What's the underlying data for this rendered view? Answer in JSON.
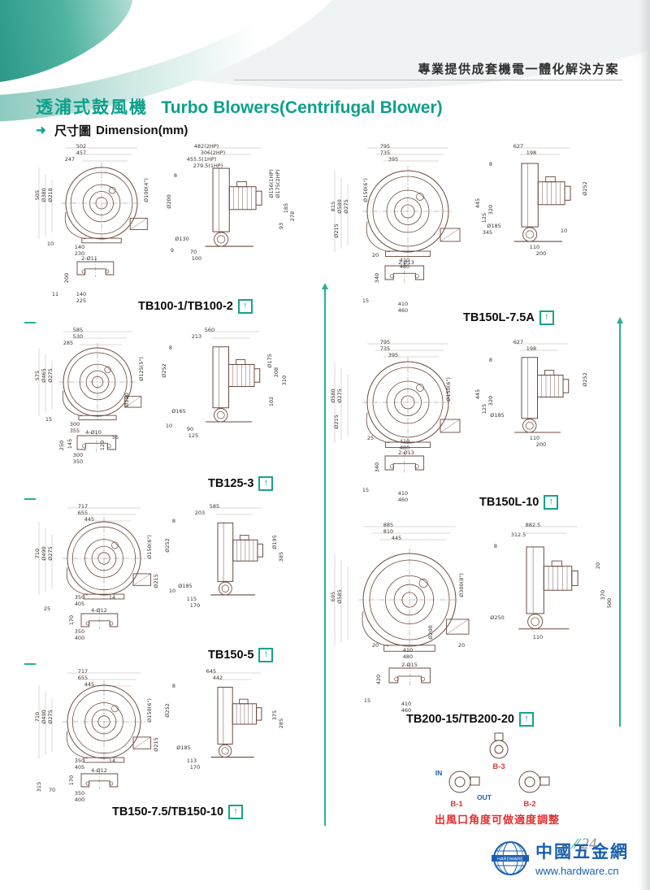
{
  "header": {
    "tagline": "專業提供成套機電一體化解決方案"
  },
  "title": {
    "zh": "透浦式鼓風機",
    "en": "Turbo Blowers(Centrifugal Blower)"
  },
  "subtitle": {
    "zh": "尺寸圖",
    "en": "Dimension(mm)"
  },
  "sections": [
    {
      "id": "tb100",
      "label": "TB100-1/TB100-2",
      "dims": [
        [
          "502",
          60,
          8
        ],
        [
          "457",
          60,
          16
        ],
        [
          "247",
          46,
          24
        ],
        [
          "505",
          6,
          68,
          1
        ],
        [
          "Ø380",
          14,
          68,
          1
        ],
        [
          "Ø218",
          22,
          68,
          1
        ],
        [
          "Ø100(4\")",
          140,
          62,
          1
        ],
        [
          "10",
          22,
          128
        ],
        [
          "140",
          58,
          132
        ],
        [
          "230",
          58,
          140
        ],
        [
          "2-Ø11",
          70,
          146
        ],
        [
          "200",
          42,
          170,
          1
        ],
        [
          "11",
          28,
          190
        ],
        [
          "140",
          60,
          190
        ],
        [
          "225",
          60,
          198
        ],
        [
          "482(2HP)",
          214,
          8
        ],
        [
          "306(2HP)",
          222,
          16
        ],
        [
          "455.5(1HP)",
          208,
          24
        ],
        [
          "279.5(1HP)",
          216,
          32
        ],
        [
          "8",
          176,
          44
        ],
        [
          "Ø200",
          168,
          76,
          1
        ],
        [
          "Ø156(1HP)",
          294,
          54,
          1
        ],
        [
          "Ø175(2HP)",
          302,
          54,
          1
        ],
        [
          "185",
          312,
          84,
          1
        ],
        [
          "93",
          306,
          106,
          1
        ],
        [
          "278",
          320,
          94,
          1
        ],
        [
          "Ø130",
          184,
          122
        ],
        [
          "9",
          172,
          136
        ],
        [
          "70",
          198,
          138
        ],
        [
          "100",
          202,
          146
        ]
      ]
    },
    {
      "id": "tb125",
      "label": "TB125-3",
      "dims": [
        [
          "585",
          56,
          8
        ],
        [
          "530",
          56,
          16
        ],
        [
          "285",
          44,
          24
        ],
        [
          "575",
          6,
          64,
          1
        ],
        [
          "Ø465",
          14,
          64,
          1
        ],
        [
          "Ø275",
          22,
          64,
          1
        ],
        [
          "Ø125(5\")",
          134,
          56,
          1
        ],
        [
          "Ø190",
          116,
          94,
          1
        ],
        [
          "15",
          20,
          118
        ],
        [
          "300",
          52,
          124
        ],
        [
          "355",
          52,
          132
        ],
        [
          "4-Ø10",
          75,
          134
        ],
        [
          "55",
          102,
          140
        ],
        [
          "250",
          36,
          150,
          1
        ],
        [
          "145",
          46,
          148,
          1
        ],
        [
          "120",
          86,
          150,
          1
        ],
        [
          "300",
          56,
          162
        ],
        [
          "350",
          56,
          170
        ],
        [
          "560",
          218,
          8
        ],
        [
          "213",
          202,
          16
        ],
        [
          "8",
          170,
          30
        ],
        [
          "Ø252",
          162,
          58,
          1
        ],
        [
          "Ø175",
          292,
          46,
          1
        ],
        [
          "208",
          300,
          60,
          1
        ],
        [
          "310",
          310,
          70,
          1
        ],
        [
          "102",
          294,
          96,
          1
        ],
        [
          "Ø165",
          180,
          108
        ],
        [
          "10",
          168,
          126
        ],
        [
          "90",
          194,
          130
        ],
        [
          "125",
          198,
          138
        ]
      ]
    },
    {
      "id": "tb150_5",
      "label": "TB150-5",
      "dims": [
        [
          "717",
          62,
          8
        ],
        [
          "655",
          62,
          16
        ],
        [
          "445",
          70,
          24
        ],
        [
          "710",
          6,
          66,
          1
        ],
        [
          "Ø490",
          14,
          66,
          1
        ],
        [
          "Ø275",
          22,
          66,
          1
        ],
        [
          "Ø150(6\")",
          144,
          58,
          1
        ],
        [
          "Ø215",
          152,
          100,
          1
        ],
        [
          "350",
          58,
          120
        ],
        [
          "14",
          98,
          120
        ],
        [
          "405",
          58,
          128
        ],
        [
          "25",
          18,
          134
        ],
        [
          "4-Ø12",
          82,
          136
        ],
        [
          "170",
          48,
          148,
          1
        ],
        [
          "350",
          58,
          162
        ],
        [
          "400",
          58,
          170
        ],
        [
          "585",
          224,
          8
        ],
        [
          "203",
          206,
          16
        ],
        [
          "8",
          174,
          26
        ],
        [
          "Ø252",
          166,
          56,
          1
        ],
        [
          "Ø195",
          298,
          52,
          1
        ],
        [
          "385",
          306,
          70,
          1
        ],
        [
          "Ø185",
          188,
          106
        ],
        [
          "10",
          172,
          112
        ],
        [
          "115",
          196,
          122
        ],
        [
          "170",
          200,
          130
        ]
      ]
    },
    {
      "id": "tb150_75",
      "label": "TB150-7.5/TB150-10",
      "dims": [
        [
          "717",
          62,
          8
        ],
        [
          "655",
          62,
          16
        ],
        [
          "445",
          70,
          24
        ],
        [
          "710",
          6,
          64,
          1
        ],
        [
          "Ø490",
          14,
          64,
          1
        ],
        [
          "Ø275",
          22,
          64,
          1
        ],
        [
          "Ø150(6\")",
          144,
          56,
          1
        ],
        [
          "Ø215",
          152,
          98,
          1
        ],
        [
          "350",
          58,
          118
        ],
        [
          "14",
          98,
          118
        ],
        [
          "405",
          58,
          126
        ],
        [
          "4-Ø12",
          82,
          130
        ],
        [
          "170",
          48,
          142,
          1
        ],
        [
          "70",
          24,
          154
        ],
        [
          "315",
          8,
          150,
          1
        ],
        [
          "350",
          58,
          158
        ],
        [
          "400",
          58,
          166
        ],
        [
          "645",
          220,
          8
        ],
        [
          "442",
          228,
          16
        ],
        [
          "8",
          174,
          26
        ],
        [
          "Ø252",
          166,
          56,
          1
        ],
        [
          "375",
          298,
          62,
          1
        ],
        [
          "285",
          306,
          72,
          1
        ],
        [
          "Ø185",
          186,
          102
        ],
        [
          "113",
          196,
          118
        ],
        [
          "170",
          200,
          126
        ]
      ]
    },
    {
      "id": "tb150L75",
      "label": "TB150L-7.5A",
      "dims": [
        [
          "795",
          70,
          8
        ],
        [
          "735",
          70,
          16
        ],
        [
          "395",
          80,
          24
        ],
        [
          "815",
          6,
          82,
          1
        ],
        [
          "Ø580",
          14,
          82,
          1
        ],
        [
          "Ø275",
          22,
          82,
          1
        ],
        [
          "Ø150(6\")",
          46,
          62,
          1
        ],
        [
          "Ø215",
          10,
          112,
          1
        ],
        [
          "445",
          184,
          78,
          1
        ],
        [
          "125",
          192,
          96,
          1
        ],
        [
          "320",
          200,
          86,
          1
        ],
        [
          "345",
          196,
          114
        ],
        [
          "20",
          58,
          142
        ],
        [
          "410",
          94,
          148
        ],
        [
          "480",
          94,
          156
        ],
        [
          "627",
          234,
          8
        ],
        [
          "198",
          250,
          16
        ],
        [
          "8",
          200,
          30
        ],
        [
          "Ø252",
          316,
          60,
          1
        ],
        [
          "Ø185",
          204,
          106
        ],
        [
          "10",
          290,
          112
        ],
        [
          "110",
          254,
          132
        ],
        [
          "200",
          262,
          140
        ],
        [
          "2-Ø13",
          96,
          151
        ],
        [
          "340",
          60,
          170,
          1
        ],
        [
          "15",
          46,
          198
        ],
        [
          "410",
          92,
          202
        ],
        [
          "460",
          92,
          210
        ]
      ]
    },
    {
      "id": "tb150L10",
      "label": "TB150L-10",
      "dims": [
        [
          "795",
          70,
          8
        ],
        [
          "735",
          70,
          16
        ],
        [
          "395",
          80,
          24
        ],
        [
          "Ø580",
          6,
          74,
          1
        ],
        [
          "Ø275",
          14,
          74,
          1
        ],
        [
          "Ø150(6\")",
          148,
          66,
          1
        ],
        [
          "Ø215",
          10,
          106,
          1
        ],
        [
          "445",
          184,
          72,
          1
        ],
        [
          "125",
          192,
          90,
          1
        ],
        [
          "320",
          200,
          80,
          1
        ],
        [
          "25",
          52,
          126
        ],
        [
          "410",
          94,
          130
        ],
        [
          "480",
          94,
          138
        ],
        [
          "627",
          234,
          8
        ],
        [
          "198",
          250,
          16
        ],
        [
          "8",
          200,
          30
        ],
        [
          "Ø252",
          316,
          54,
          1
        ],
        [
          "Ø185",
          208,
          98
        ],
        [
          "110",
          254,
          126
        ],
        [
          "200",
          262,
          134
        ],
        [
          "2-Ø13",
          96,
          144
        ],
        [
          "340",
          60,
          162,
          1
        ],
        [
          "15",
          46,
          190
        ],
        [
          "410",
          92,
          194
        ],
        [
          "460",
          92,
          202
        ]
      ]
    },
    {
      "id": "tb200",
      "label": "TB200-15/TB200-20",
      "dims": [
        [
          "885",
          74,
          8
        ],
        [
          "810",
          74,
          16
        ],
        [
          "445",
          84,
          24
        ],
        [
          "695",
          6,
          96,
          1
        ],
        [
          "Ø585",
          14,
          96,
          1
        ],
        [
          "Ø300(8\")",
          164,
          82,
          1
        ],
        [
          "Ø200",
          126,
          140,
          1
        ],
        [
          "20",
          58,
          156
        ],
        [
          "410",
          98,
          162
        ],
        [
          "480",
          98,
          170
        ],
        [
          "20",
          164,
          156
        ],
        [
          "882.5",
          252,
          8
        ],
        [
          "312.5",
          234,
          20
        ],
        [
          "8",
          206,
          34
        ],
        [
          "20",
          332,
          58,
          1
        ],
        [
          "370",
          338,
          94,
          1
        ],
        [
          "500",
          346,
          104,
          1
        ],
        [
          "Ø250",
          208,
          122
        ],
        [
          "110",
          258,
          146
        ],
        [
          "2-Ø15",
          100,
          180
        ],
        [
          "420",
          62,
          198,
          1
        ],
        [
          "15",
          48,
          224
        ],
        [
          "410",
          96,
          228
        ],
        [
          "460",
          96,
          236
        ]
      ]
    }
  ],
  "orientation": {
    "b1": "B-1",
    "b2": "B-2",
    "b3": "B-3",
    "in_label": "IN",
    "out_label": "OUT",
    "caption": "出風口角度可做適度調整"
  },
  "footer": {
    "page": "24",
    "brand": "中國五金網",
    "url": "www.hardware.cn",
    "brand_badge": "HARDWARE"
  },
  "colors": {
    "accent": "#0ca08b",
    "line_green": "#2ab095",
    "red": "#e03030",
    "blue": "#1a5fae"
  }
}
